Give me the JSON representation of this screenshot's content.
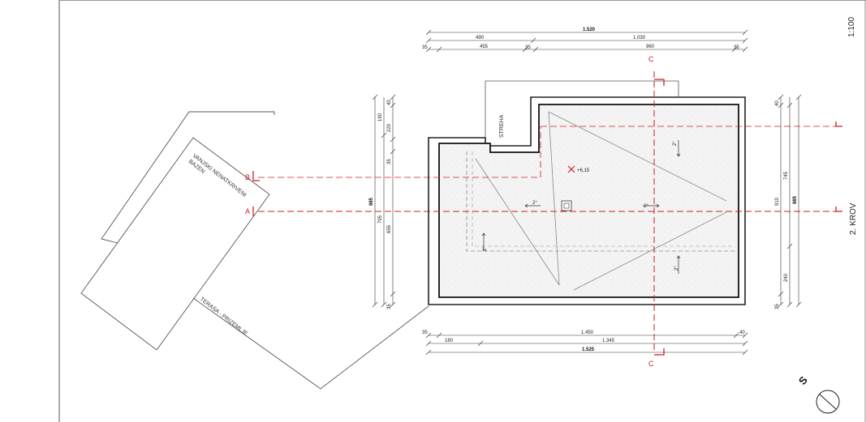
{
  "sheet": {
    "scale": "1:100",
    "floor": "2. KROV"
  },
  "labels": {
    "pool": [
      "VANJSKI NENATKRIVENI",
      "BAZEN"
    ],
    "terrace": "TERASA - PRIZEMLJE",
    "eave": "STREHA",
    "elevation": "+6,15"
  },
  "slopes": [
    "2°",
    "2°",
    "2°",
    "2°",
    "2°"
  ],
  "sections": {
    "a": "A",
    "b": "B",
    "c_top": "C",
    "c_bottom": "C"
  },
  "north": "S",
  "dims_top": {
    "overall": "1.520",
    "seg1": "490",
    "seg2": "1.030",
    "d1": "35",
    "d2": "455",
    "d3": "35",
    "d4": "960",
    "d5": "35"
  },
  "dims_bottom": {
    "d1": "35",
    "d2": "1.450",
    "d3": "40",
    "e1": "180",
    "e2": "1.345",
    "overall": "1.525"
  },
  "dims_left": {
    "overall": "985",
    "a1": "795",
    "a2": "655",
    "b1": "190",
    "b2": "220",
    "b3": "40",
    "b4": "35",
    "b5": "35"
  },
  "dims_right": {
    "overall": "985",
    "c1": "910",
    "c2": "745",
    "c3": "240",
    "c4": "40",
    "c5": "35"
  }
}
